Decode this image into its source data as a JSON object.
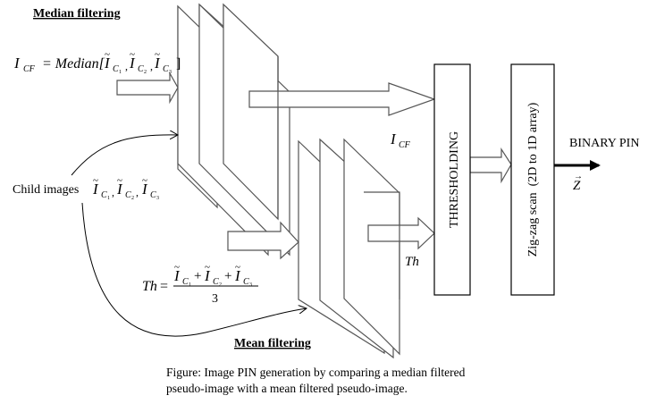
{
  "title_median": "Median filtering",
  "title_mean": "Mean filtering",
  "median_formula": {
    "lhs": "I",
    "lhs_sub": "CF",
    "eq": "= Median[",
    "terms": [
      "I",
      "I",
      "I"
    ],
    "subs": [
      "C",
      "C",
      "C"
    ],
    "subsubs": [
      "1",
      "2",
      "3"
    ],
    "close": "]"
  },
  "child_images": {
    "label": "Child images",
    "terms": [
      "I",
      "I",
      "I"
    ],
    "subs": [
      "C",
      "C",
      "C"
    ],
    "subsubs": [
      "1",
      "2",
      "3"
    ]
  },
  "mean_formula": {
    "lhs": "Th",
    "eq": "=",
    "numerator_terms": [
      "I",
      "I",
      "I"
    ],
    "subs": [
      "C",
      "C",
      "C"
    ],
    "subsubs": [
      "1",
      "2",
      "3"
    ],
    "plus": "+",
    "denominator": "3"
  },
  "icf_label": {
    "main": "I",
    "sub": "CF"
  },
  "th_label": "Th",
  "threshold_box": "THRESHOLDING",
  "zigzag_box": "Zig-zag scan  (2D to 1D array)",
  "output_label": "BINARY PIN",
  "output_vector": "Z",
  "caption_lines": [
    "Figure: Image PIN generation by comparing a median filtered",
    "pseudo-image with a mean filtered pseudo-image."
  ]
}
